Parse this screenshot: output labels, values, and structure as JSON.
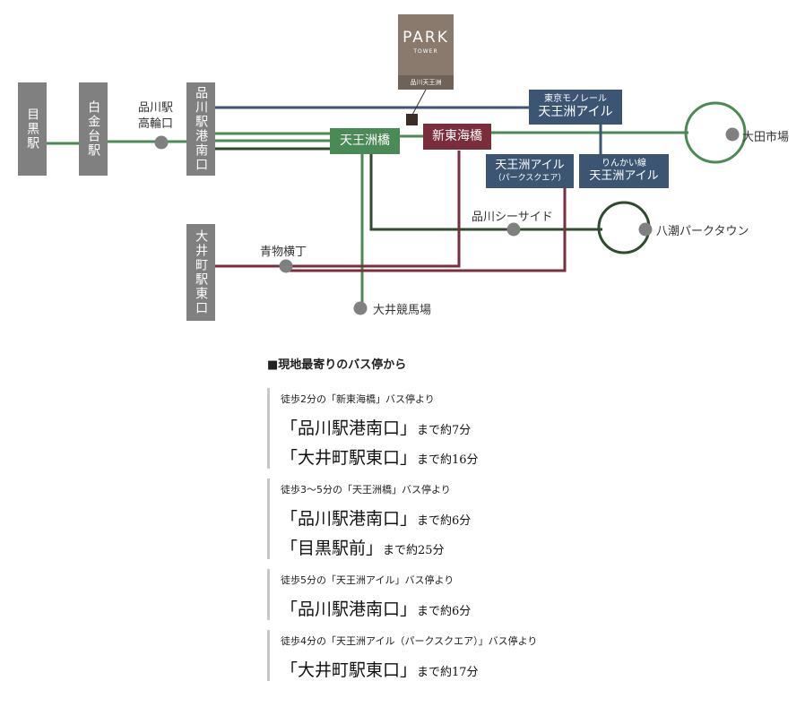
{
  "colors": {
    "green_light": "#4a8a55",
    "green_dark": "#2f4a2f",
    "navy": "#3b5573",
    "maroon": "#7a2e3c",
    "gray_box": "#808080",
    "node": "#808080",
    "park_tower": "#8a7a6e"
  },
  "stations": {
    "meguro": "目黒駅",
    "shirokanedai": "白金台駅",
    "shinagawa_konan": "品川駅港南口",
    "oimachi_east": "大井町駅東口"
  },
  "tags": {
    "tennozu_bashi": "天王洲橋",
    "shin_higashikaibashi": "新東海橋",
    "monorail_line": "東京モノレール",
    "monorail_station": "天王洲アイル",
    "park_square_main": "天王洲アイル",
    "park_square_sub": "（パークスクエア）",
    "rinkai_line": "りんかい線",
    "rinkai_station": "天王洲アイル"
  },
  "labels": {
    "shinagawa_takanawa": "品川駅\n高輪口",
    "ota_market": "大田市場",
    "shinagawa_seaside": "品川シーサイド",
    "yashio_park_town": "八潮パークタウン",
    "aomono_yokocho": "青物横丁",
    "oi_keibajo": "大井競馬場"
  },
  "park_tower": {
    "brand": "PARK",
    "sub": "TOWER",
    "location": "品川天王洲"
  },
  "info": {
    "heading": "■現地最寄りのバス停から",
    "groups": [
      {
        "caption": "徒歩2分の「新東海橋」バス停より",
        "routes": [
          {
            "dest": "「品川駅港南口」",
            "time": "まで約7分"
          },
          {
            "dest": "「大井町駅東口」",
            "time": "まで約16分"
          }
        ]
      },
      {
        "caption": "徒歩3～5分の「天王洲橋」バス停より",
        "routes": [
          {
            "dest": "「品川駅港南口」",
            "time": "まで約6分"
          },
          {
            "dest": "「目黒駅前」",
            "time": "まで約25分"
          }
        ]
      },
      {
        "caption": "徒歩5分の「天王洲アイル」バス停より",
        "routes": [
          {
            "dest": "「品川駅港南口」",
            "time": "まで約6分"
          }
        ]
      },
      {
        "caption": "徒歩4分の「天王洲アイル（パークスクエア）」バス停より",
        "routes": [
          {
            "dest": "「大井町駅東口」",
            "time": "まで約17分"
          }
        ]
      }
    ]
  }
}
